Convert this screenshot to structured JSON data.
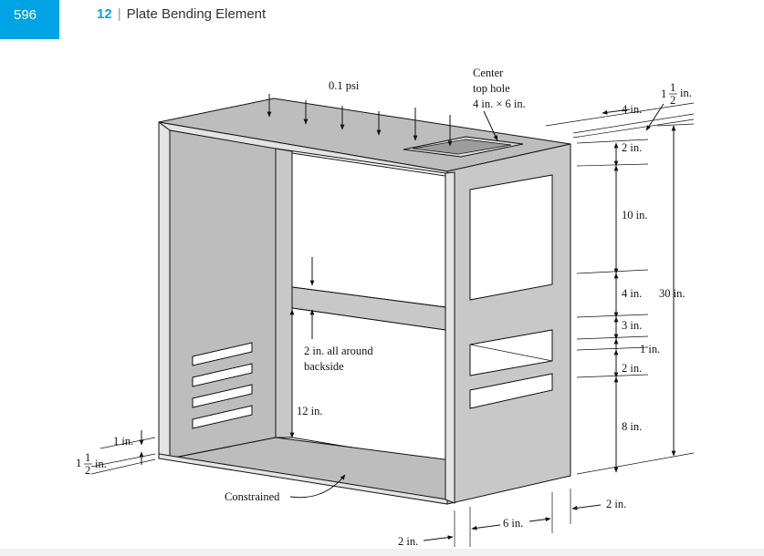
{
  "header": {
    "page_number": "596",
    "chapter_number": "12",
    "chapter_title": "Plate Bending Element"
  },
  "figure": {
    "load_label": "0.1 psi",
    "top_hole_line1": "Center",
    "top_hole_line2": "top hole",
    "top_hole_line3": "4 in. × 6 in.",
    "dim_4in_top": "4 in.",
    "dim_1half_whole": "1",
    "dim_1half_num": "1",
    "dim_1half_den": "2",
    "dim_in": "in.",
    "dim_2in_a": "2 in.",
    "dim_10in": "10 in.",
    "dim_4in_mid": "4 in.",
    "dim_30in": "30 in.",
    "dim_3in": "3 in.",
    "dim_1in_right": "1 in.",
    "dim_2in_b": "2 in.",
    "dim_8in": "8 in.",
    "dim_2in_back_1": "2 in. all around",
    "dim_2in_back_2": "backside",
    "dim_12in": "12 in.",
    "dim_1in_left": "1 in.",
    "dim_1half_left_whole": "1",
    "dim_1half_left_num": "1",
    "dim_1half_left_den": "2",
    "dim_in_left": "in.",
    "constrained_label": "Constrained",
    "dim_2in_bottom": "2 in.",
    "dim_6in": "6 in.",
    "dim_2in_right_bottom": "2 in."
  }
}
